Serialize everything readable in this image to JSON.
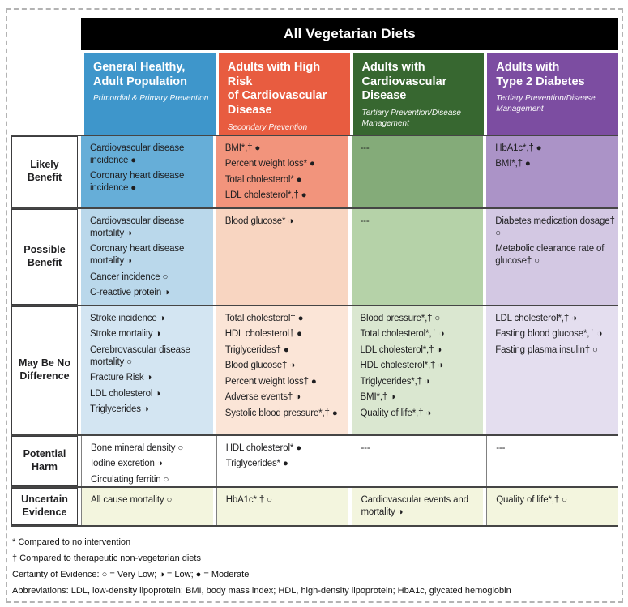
{
  "title": "All Vegetarian Diets",
  "certainty_legend": [
    {
      "symbol": "○",
      "label": "Very Low"
    },
    {
      "symbol": "◑",
      "label": "Low"
    },
    {
      "symbol": "●",
      "label": "Moderate"
    }
  ],
  "columns": [
    {
      "id": "general-healthy",
      "title": "General Healthy,\nAdult Population",
      "subtitle": "Primordial & Primary Prevention",
      "header_color": "#3E96CB"
    },
    {
      "id": "high-risk-cvd",
      "title": "Adults with High Risk\nof Cardiovascular\nDisease",
      "subtitle": "Secondary Prevention",
      "header_color": "#E85C40"
    },
    {
      "id": "cvd",
      "title": "Adults with\nCardiovascular\nDisease",
      "subtitle": "Tertiary Prevention/Disease Management",
      "header_color": "#376730"
    },
    {
      "id": "type2-diabetes",
      "title": "Adults with\nType 2 Diabetes",
      "subtitle": "Tertiary Prevention/Disease Management",
      "header_color": "#7C4DA1"
    }
  ],
  "rows": [
    {
      "id": "likely-benefit",
      "label": "Likely Benefit",
      "height": 90,
      "lined": false,
      "colors": [
        "#66AED8",
        "#F2947C",
        "#84AB79",
        "#AB93C7"
      ],
      "cells": [
        [
          "Cardiovascular disease incidence ●",
          "Coronary heart disease incidence ●"
        ],
        [
          "BMI*,† ●",
          "Percent weight loss* ●",
          "Total cholesterol* ●",
          "LDL cholesterol*,† ●"
        ],
        [
          "---"
        ],
        [
          "HbA1c*,† ●",
          "BMI*,† ●"
        ]
      ]
    },
    {
      "id": "possible-benefit",
      "label": "Possible Benefit",
      "height": 120,
      "lined": false,
      "colors": [
        "#BAD8EB",
        "#F8D5C1",
        "#B5D2A8",
        "#D3C8E3"
      ],
      "cells": [
        [
          "Cardiovascular disease mortality ◑",
          "Coronary heart disease mortality ◑",
          "Cancer incidence ○",
          "C-reactive protein ◑"
        ],
        [
          "Blood glucose* ◑"
        ],
        [
          "---"
        ],
        [
          "Diabetes medication dosage† ○",
          "Metabolic clearance rate of glucose† ○"
        ]
      ]
    },
    {
      "id": "may-be-no-difference",
      "label": "May Be No Difference",
      "height": 160,
      "lined": false,
      "colors": [
        "#D3E5F2",
        "#FBE5D7",
        "#DAE7D0",
        "#E4DEEF"
      ],
      "cells": [
        [
          "Stroke incidence ◑",
          "Stroke mortality ◑",
          "Cerebrovascular disease mortality ○",
          "Fracture Risk ◑",
          "LDL cholesterol ◑",
          "Triglycerides ◑"
        ],
        [
          "Total cholesterol† ●",
          "HDL cholesterol† ●",
          "Triglycerides† ●",
          "Blood glucose† ◑",
          "Percent weight loss† ●",
          "Adverse events† ◑",
          "Systolic blood pressure*,† ●"
        ],
        [
          "Blood pressure*,† ○",
          "Total cholesterol*,† ◑",
          "LDL cholesterol*,† ◑",
          "HDL cholesterol*,† ◑",
          "Triglycerides*,† ◑",
          "BMI*,† ◑",
          "Quality of life*,† ◑"
        ],
        [
          "LDL cholesterol*,† ◑",
          "Fasting blood glucose*,† ◑",
          "Fasting plasma insulin† ○"
        ]
      ]
    },
    {
      "id": "potential-harm",
      "label": "Potential Harm",
      "height": 64,
      "lined": true,
      "colors": [
        "#FFFFFF",
        "#FFFFFF",
        "#FFFFFF",
        "#FFFFFF"
      ],
      "cells": [
        [
          "Bone mineral density ○",
          "Iodine excretion ◑",
          "Circulating ferritin ○"
        ],
        [
          "HDL cholesterol* ●",
          "Triglycerides* ●"
        ],
        [
          "---"
        ],
        [
          "---"
        ]
      ]
    },
    {
      "id": "uncertain-evidence",
      "label": "Uncertain Evidence",
      "height": 50,
      "lined": true,
      "colors": [
        "#F3F5DE",
        "#F3F5DE",
        "#F3F5DE",
        "#F3F5DE"
      ],
      "cells": [
        [
          "All cause mortality ○"
        ],
        [
          "HbA1c*,† ○"
        ],
        [
          "Cardiovascular events and mortality ◑"
        ],
        [
          "Quality of life*,† ○"
        ]
      ]
    }
  ],
  "footnotes": [
    "* Compared to no intervention",
    "† Compared to therapeutic non-vegetarian diets",
    "Certainty of Evidence:  ○ = Very Low;  ◑ = Low;  ● = Moderate",
    "Abbreviations: LDL, low-density lipoprotein; BMI, body mass index; HDL, high-density lipoprotein; HbA1c, glycated hemoglobin"
  ]
}
